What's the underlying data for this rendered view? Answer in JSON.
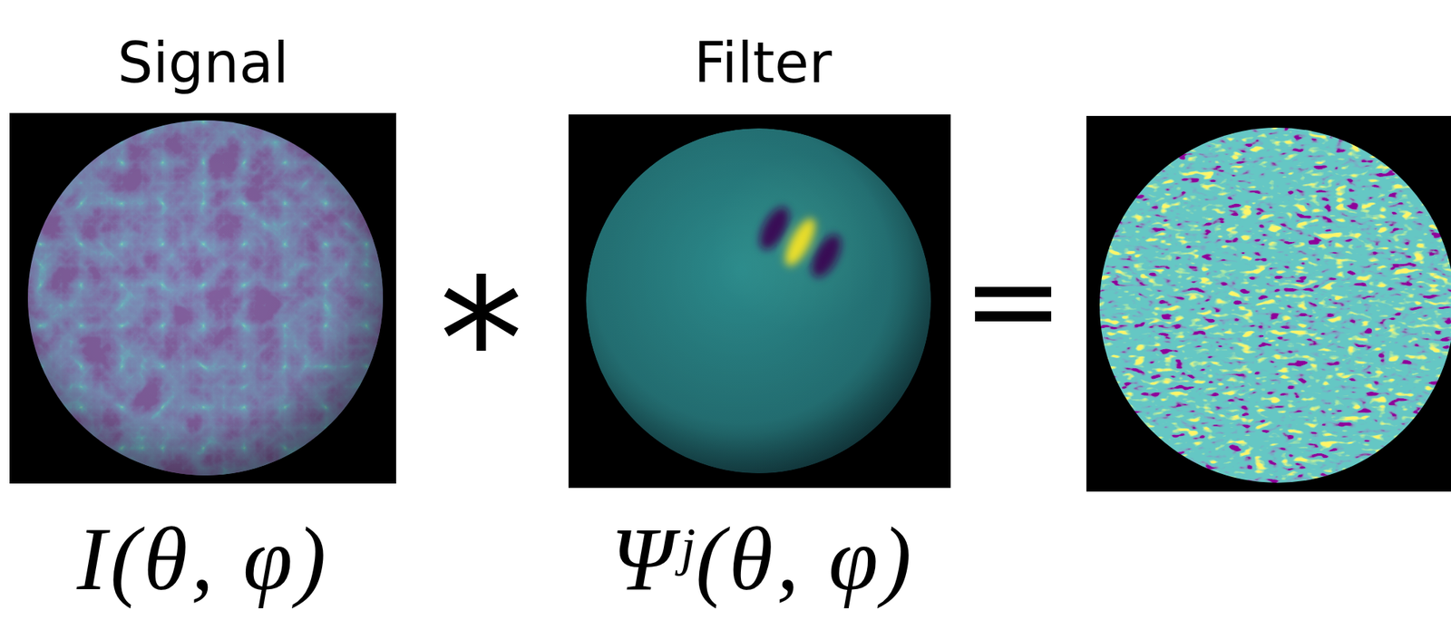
{
  "diagram": {
    "nodes": [
      {
        "text": [
          "Signal",
          "I(θ, φ)"
        ]
      },
      {
        "text": [
          "Filter",
          "Ψʲ(θ, φ)"
        ]
      }
    ],
    "labels": [
      "*",
      "="
    ]
  }
}
